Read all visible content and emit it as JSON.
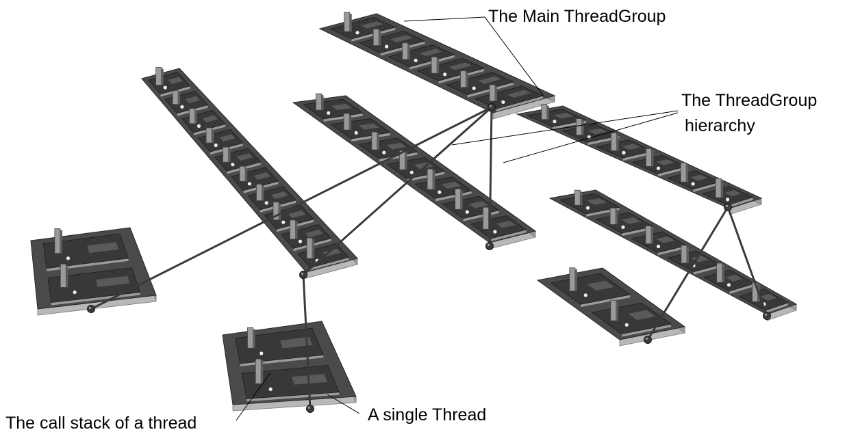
{
  "annotations": {
    "main_group": "The Main ThreadGroup",
    "hierarchy_line1": "The ThreadGroup",
    "hierarchy_line2": "hierarchy",
    "call_stack": "The call stack of a thread",
    "single_thread": "A single Thread"
  },
  "colors": {
    "platform_top": "#4a4a4a",
    "platform_front": "#b8b8b8",
    "thread_base": "#383838",
    "pillar": "#9a9a9a",
    "connector": "#3a3a3a"
  }
}
